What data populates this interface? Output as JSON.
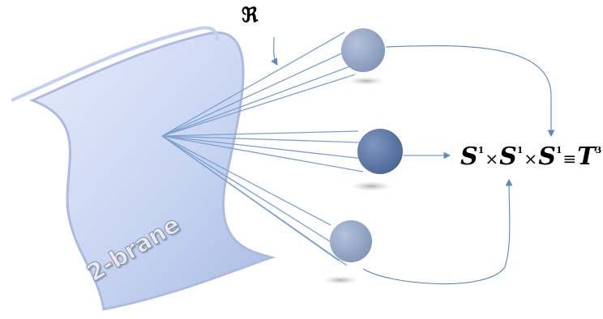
{
  "diagram": {
    "top_label": "ℜ",
    "brane_label": "2-brane",
    "equation": {
      "term1": "S",
      "exp1": "1",
      "times1": "×",
      "term2": "S",
      "exp2": "1",
      "times2": "×",
      "term3": "S",
      "exp3": "1",
      "equiv": "≡",
      "term4": "T",
      "exp4": "3"
    },
    "colors": {
      "brane_fill": "#c9d6f2",
      "brane_edge": "#b7c4e6",
      "sphere_light": "#98a9c8",
      "sphere_dark": "#5c79a8",
      "line": "#5b86bf"
    }
  }
}
